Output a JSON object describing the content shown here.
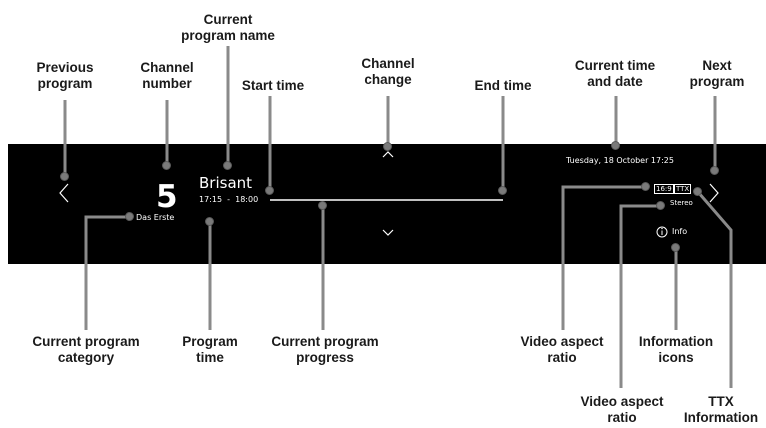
{
  "labels": {
    "previous_program": "Previous\nprogram",
    "channel_number": "Channel\nnumber",
    "current_program_name": "Current\nprogram name",
    "start_time": "Start time",
    "channel_change": "Channel\nchange",
    "end_time": "End time",
    "current_time_date": "Current time\nand date",
    "next_program": "Next\nprogram",
    "current_program_category": "Current program\ncategory",
    "program_time": "Program\ntime",
    "current_program_progress": "Current program\nprogress",
    "video_aspect_ratio_1": "Video aspect\nratio",
    "information_icons": "Information\nicons",
    "video_aspect_ratio_2": "Video aspect\nratio",
    "ttx_information": "TTX\nInformation"
  },
  "tv": {
    "channel_number": "5",
    "channel_name": "Das Erste",
    "program_name": "Brisant",
    "program_time": "17:15  -  18:00",
    "date_time": "Tuesday, 18 October 17:25",
    "aspect_badge": "16:9",
    "ttx_badge": "TTX",
    "audio": "Stereo",
    "info_label": "Info",
    "progress_fraction": 0.0
  },
  "colors": {
    "bar_background": "#000000",
    "text": "#ffffff",
    "leader": "#8a8a8a"
  },
  "icons": {
    "previous": "chevron-left-icon",
    "next": "chevron-right-icon",
    "channel_up": "chevron-up-icon",
    "channel_down": "chevron-down-icon",
    "info": "info-icon"
  }
}
